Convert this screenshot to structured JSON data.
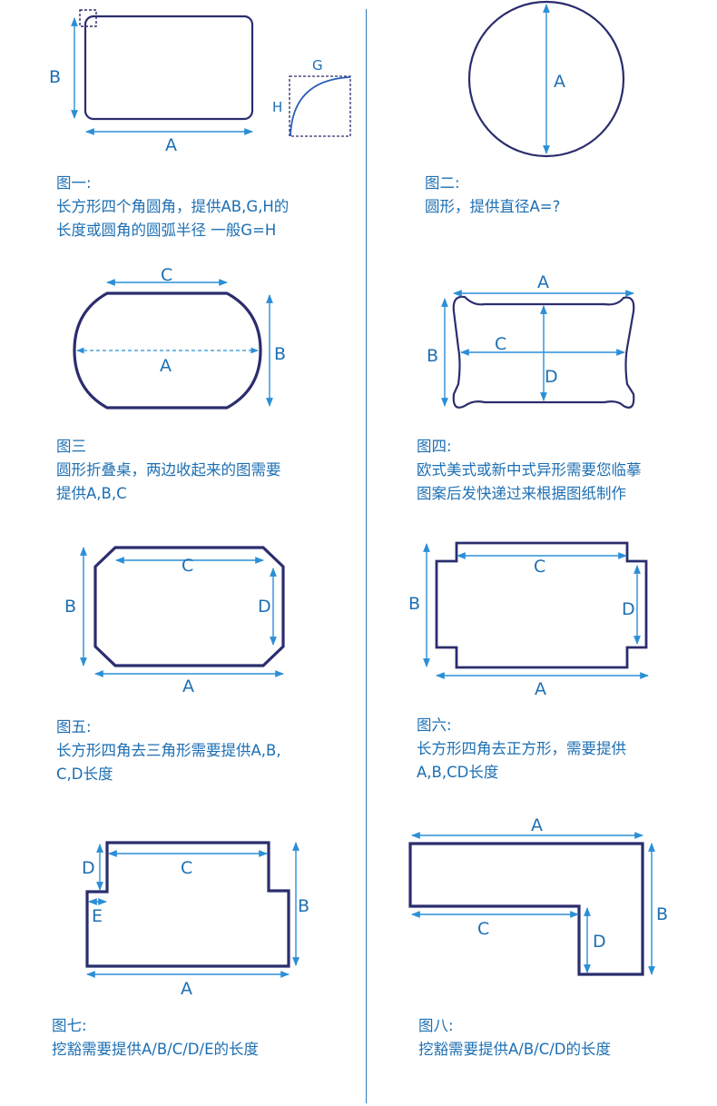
{
  "figures": [
    {
      "id": "fig1",
      "labels": {
        "a": "A",
        "b": "B",
        "g": "G",
        "h": "H"
      },
      "caption_lines": [
        "图一:",
        "长方形四个角圆角，提供AB,G,H的",
        "长度或圆角的圆弧半径 一般G=H"
      ]
    },
    {
      "id": "fig2",
      "labels": {
        "a": "A"
      },
      "caption_lines": [
        "图二:",
        "圆形，提供直径A=?"
      ]
    },
    {
      "id": "fig3",
      "labels": {
        "a": "A",
        "b": "B",
        "c": "C"
      },
      "caption_lines": [
        "图三",
        "圆形折叠桌，两边收起来的图需要",
        "提供A,B,C"
      ]
    },
    {
      "id": "fig4",
      "labels": {
        "a": "A",
        "b": "B",
        "c": "C",
        "d": "D"
      },
      "caption_lines": [
        "图四:",
        "欧式美式或新中式异形需要您临摹",
        "图案后发快递过来根据图纸制作"
      ]
    },
    {
      "id": "fig5",
      "labels": {
        "a": "A",
        "b": "B",
        "c": "C",
        "d": "D"
      },
      "caption_lines": [
        "图五:",
        "长方形四角去三角形需要提供A,B,",
        "C,D长度"
      ]
    },
    {
      "id": "fig6",
      "labels": {
        "a": "A",
        "b": "B",
        "c": "C",
        "d": "D"
      },
      "caption_lines": [
        "图六:",
        "长方形四角去正方形，需要提供",
        "A,B,CD长度"
      ]
    },
    {
      "id": "fig7",
      "labels": {
        "a": "A",
        "b": "B",
        "c": "C",
        "d": "D",
        "e": "E"
      },
      "caption_lines": [
        "图七:",
        "挖豁需要提供A/B/C/D/E的长度"
      ]
    },
    {
      "id": "fig8",
      "labels": {
        "a": "A",
        "b": "B",
        "c": "C",
        "d": "D"
      },
      "caption_lines": [
        "图八:",
        "挖豁需要提供A/B/C/D的长度"
      ]
    }
  ],
  "colors": {
    "shape_stroke": "#2b2d6e",
    "dimension_line": "#2b8fd6",
    "text": "#1d6fb3"
  }
}
